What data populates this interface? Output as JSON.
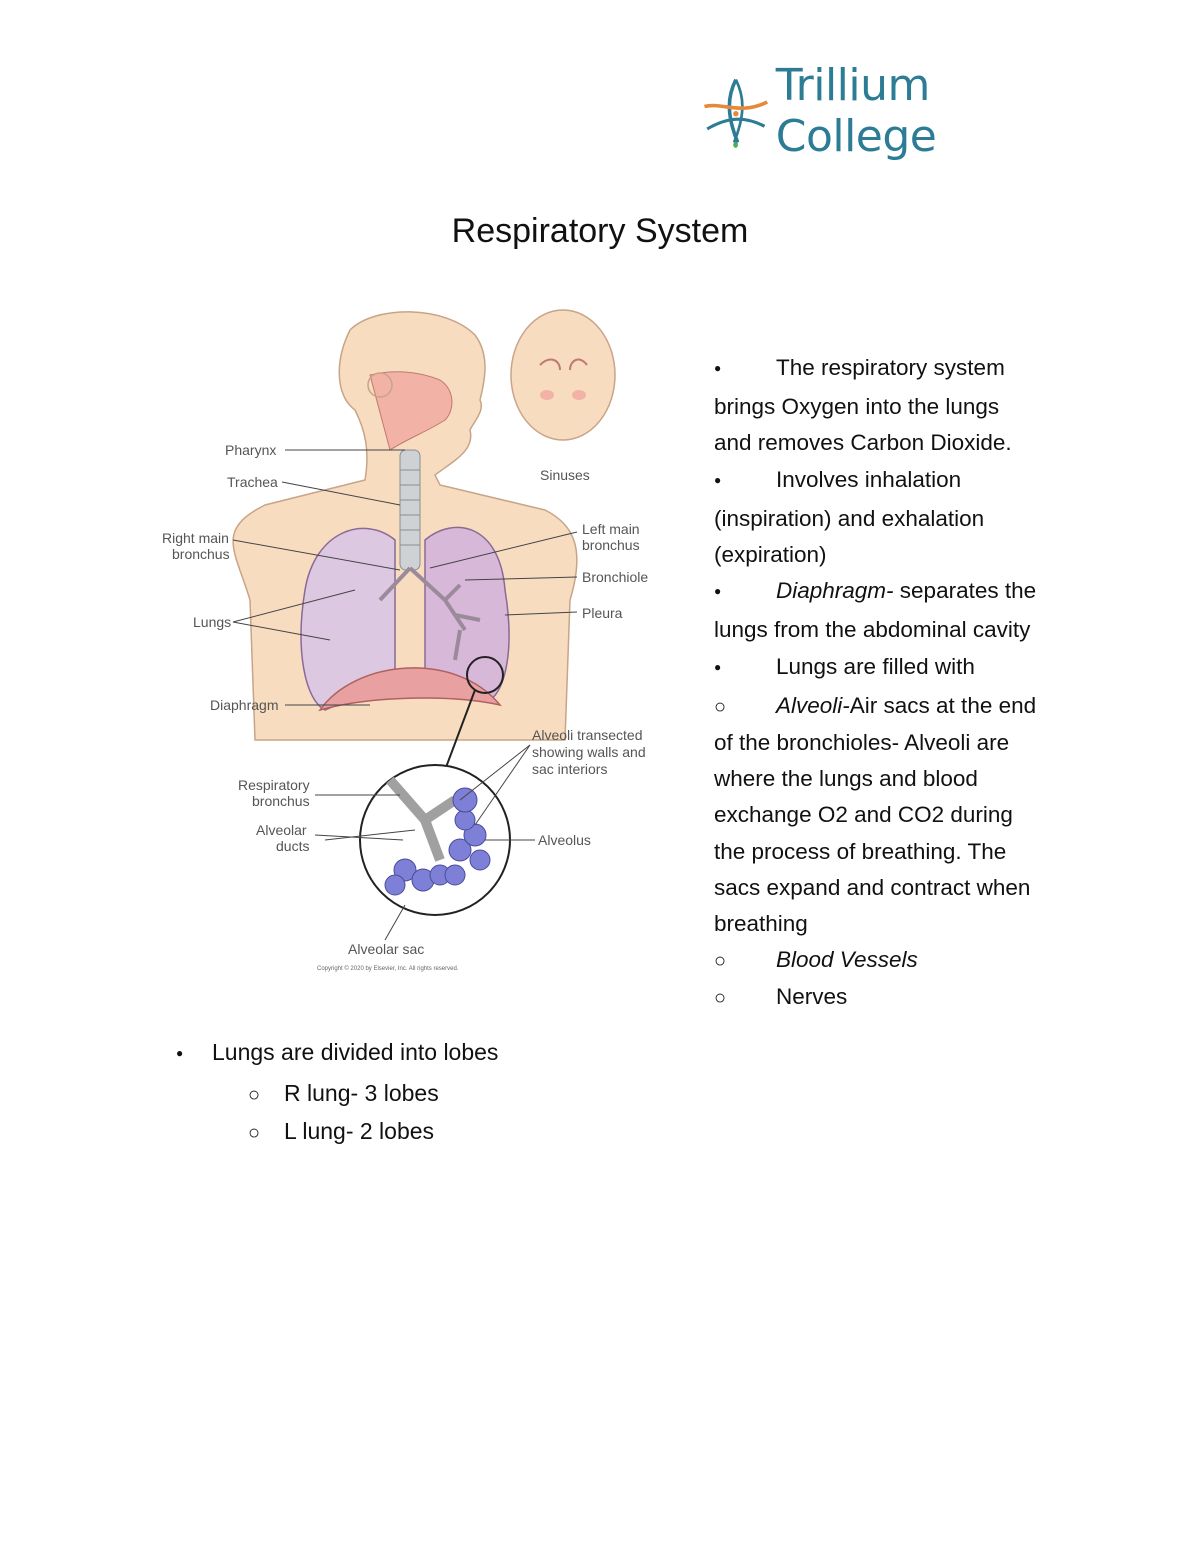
{
  "header": {
    "logo_text": "Trillium College"
  },
  "page_title": "Respiratory System",
  "figure": {
    "labels": {
      "pharynx": "Pharynx",
      "trachea": "Trachea",
      "sinuses": "Sinuses",
      "right_main_bronchus_1": "Right main",
      "right_main_bronchus_2": "bronchus",
      "left_main_bronchus_1": "Left main",
      "left_main_bronchus_2": "bronchus",
      "bronchiole": "Bronchiole",
      "pleura": "Pleura",
      "lungs": "Lungs",
      "diaphragm": "Diaphragm",
      "alveoli_1": "Alveoli transected",
      "alveoli_2": "showing walls and",
      "alveoli_3": "sac interiors",
      "respiratory_bronchus_1": "Respiratory",
      "respiratory_bronchus_2": "bronchus",
      "alveolar_ducts_1": "Alveolar",
      "alveolar_ducts_2": "ducts",
      "alveolus": "Alveolus",
      "alveolar_sac": "Alveolar sac",
      "copyright": "Copyright © 2020 by Elsevier, Inc. All rights reserved."
    }
  },
  "notes": {
    "p1_l1": "The respiratory system",
    "p1_l2": "brings Oxygen into the lungs",
    "p1_l3": "and removes Carbon Dioxide.",
    "p2_l1": "Involves inhalation",
    "p2_l2": "(inspiration) and exhalation",
    "p2_l3": "(expiration)",
    "p3_term": "Diaphragm-",
    "p3_l1_rest": " separates the",
    "p3_l2": "lungs from the abdominal cavity",
    "p4_l1": "Lungs are filled with",
    "s1_term": "Alveoli-",
    "s1_l1_rest": "Air sacs at the end",
    "s1_l2": "of the bronchioles- Alveoli are",
    "s1_l3": "where the lungs and blood",
    "s1_l4": "exchange O2 and CO2 during",
    "s1_l5": "the process of breathing. The",
    "s1_l6": "sacs expand and contract when",
    "s1_l7": "breathing",
    "s2": "Blood Vessels",
    "s3": "Nerves"
  },
  "lobes": {
    "title": "Lungs are divided into lobes",
    "items": [
      "R lung- 3 lobes",
      "L lung- 2 lobes"
    ]
  }
}
